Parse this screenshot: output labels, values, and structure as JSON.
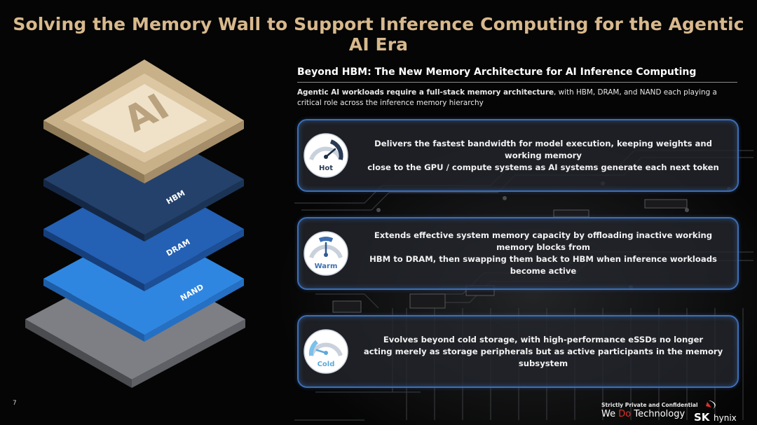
{
  "slide": {
    "title": "Solving the Memory Wall to Support Inference Computing for the Agentic AI Era",
    "page_number": "7"
  },
  "stack": {
    "chip_label": "AI",
    "layers": [
      {
        "label": "HBM",
        "color": "#24416b"
      },
      {
        "label": "DRAM",
        "color": "#2460b4"
      },
      {
        "label": "NAND",
        "color": "#2f86e0"
      }
    ],
    "accent_gold": "#c8b089"
  },
  "section": {
    "title": "Beyond HBM: The New Memory Architecture for AI Inference Computing",
    "intro_bold": "Agentic AI workloads require a full-stack memory architecture",
    "intro_rest": ", with HBM, DRAM, and NAND each playing a critical role across the inference memory hierarchy"
  },
  "cards": [
    {
      "gauge_label": "Hot",
      "gauge_icon": "speedometer-hot-icon",
      "level": 0.8,
      "text": "Delivers the fastest bandwidth for model execution, keeping weights and working memory\nclose to the GPU / compute systems as AI systems generate each next token"
    },
    {
      "gauge_label": "Warm",
      "gauge_icon": "speedometer-warm-icon",
      "level": 0.5,
      "text": "Extends effective system memory capacity by offloading inactive working memory blocks from\nHBM to DRAM, then swapping them back to HBM when inference workloads become active"
    },
    {
      "gauge_label": "Cold",
      "gauge_icon": "speedometer-cold-icon",
      "level": 0.2,
      "text": "Evolves beyond cold storage, with high-performance eSSDs no longer\nacting merely as storage peripherals but as active participants in the memory subsystem"
    }
  ],
  "footer": {
    "confidential": "Strictly Private and Confidential",
    "tagline_pre": "We ",
    "tagline_do": "Do",
    "tagline_post": " Technology",
    "logo_sk": "SK",
    "logo_hynix": "hynix"
  }
}
